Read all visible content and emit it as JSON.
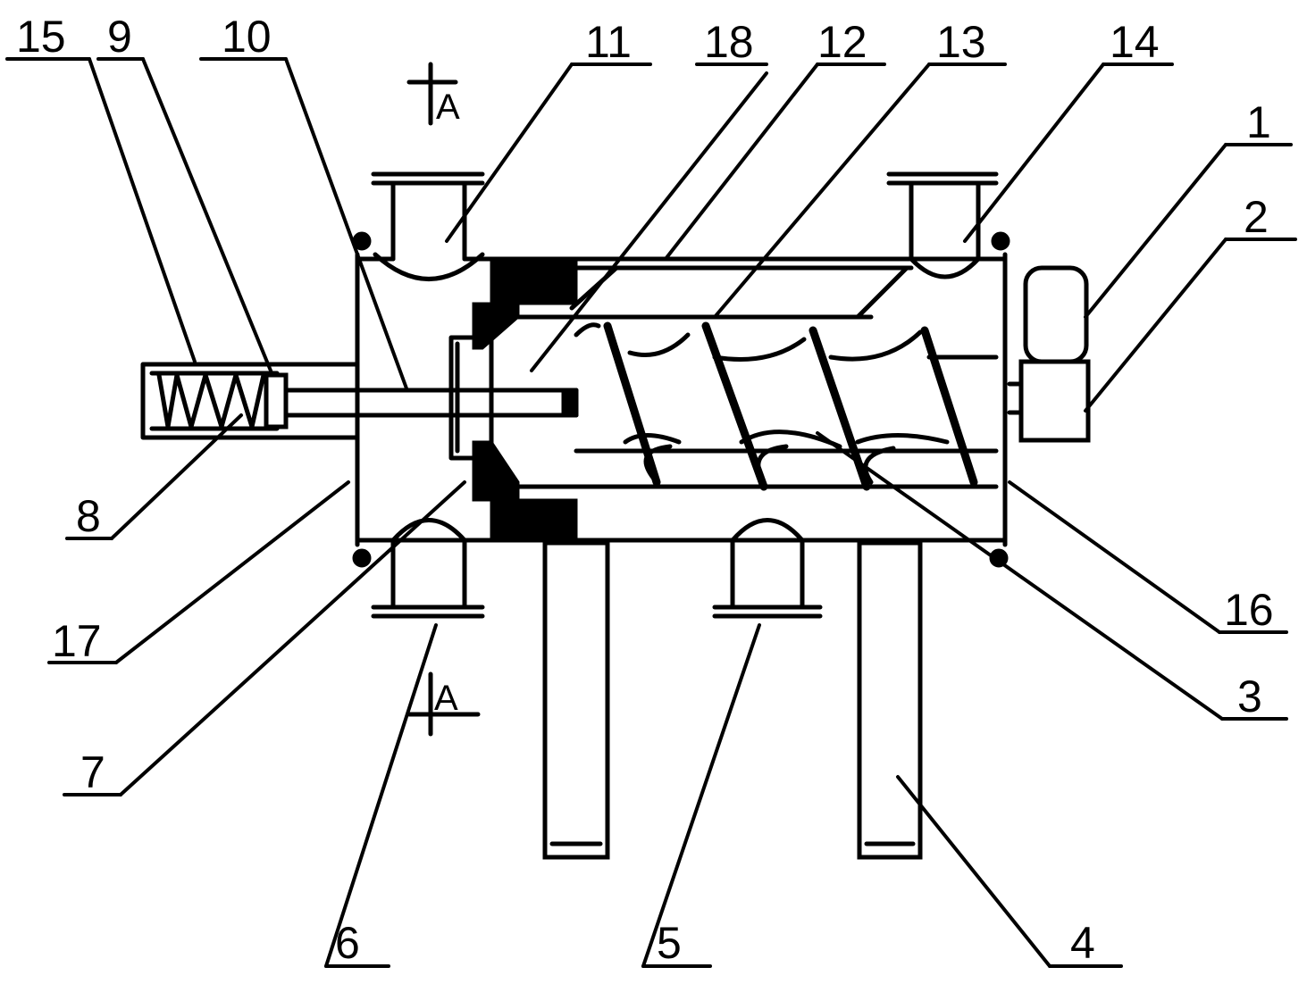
{
  "labels": [
    {
      "text": "15"
    },
    {
      "text": "9"
    },
    {
      "text": "10"
    },
    {
      "text": "11"
    },
    {
      "text": "18"
    },
    {
      "text": "12"
    },
    {
      "text": "13"
    },
    {
      "text": "14"
    },
    {
      "text": "1"
    },
    {
      "text": "2"
    },
    {
      "text": "8"
    },
    {
      "text": "17"
    },
    {
      "text": "7"
    },
    {
      "text": "6"
    },
    {
      "text": "5"
    },
    {
      "text": "4"
    },
    {
      "text": "3"
    },
    {
      "text": "16"
    }
  ],
  "section_marks": [
    {
      "text": "A"
    },
    {
      "text": "A"
    }
  ]
}
